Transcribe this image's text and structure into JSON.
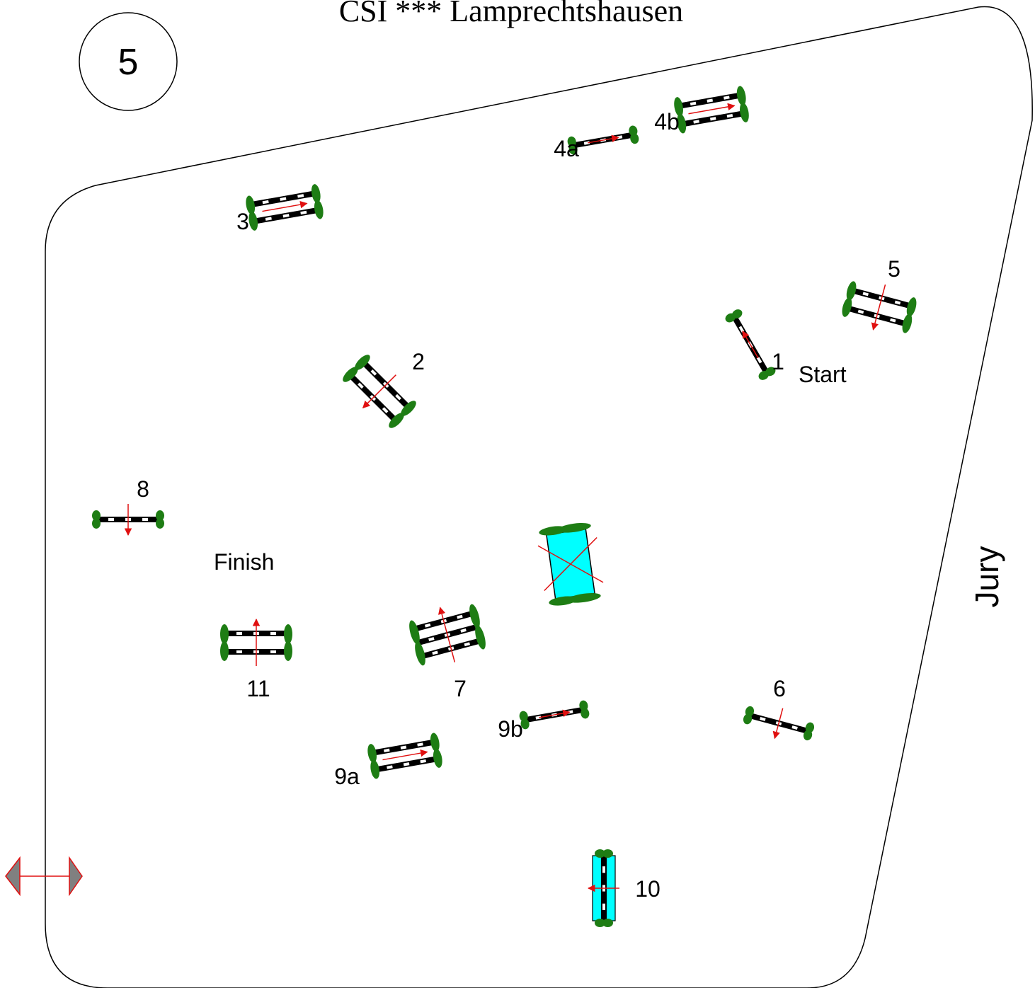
{
  "title": "CSI *** Lamprechtshausen",
  "round_badge": "5",
  "jury_label": "Jury",
  "start_label": "Start",
  "finish_label": "Finish",
  "colors": {
    "outline": "#000000",
    "pole_dark": "#000000",
    "pole_light": "#ffffff",
    "wing": "#1e7d14",
    "arrow": "#e01010",
    "water": "#00ffff",
    "gate": "#808080"
  },
  "obstacles": [
    {
      "number": "1",
      "type": "vertical"
    },
    {
      "number": "2",
      "type": "oxer"
    },
    {
      "number": "3",
      "type": "oxer"
    },
    {
      "number": "4a",
      "type": "vertical"
    },
    {
      "number": "4b",
      "type": "oxer"
    },
    {
      "number": "5",
      "type": "oxer"
    },
    {
      "number": "6",
      "type": "vertical"
    },
    {
      "number": "7",
      "type": "triple bar"
    },
    {
      "number": "8",
      "type": "vertical"
    },
    {
      "number": "9a",
      "type": "oxer"
    },
    {
      "number": "9b",
      "type": "vertical"
    },
    {
      "number": "10",
      "type": "water jump"
    },
    {
      "number": "11",
      "type": "oxer"
    }
  ]
}
